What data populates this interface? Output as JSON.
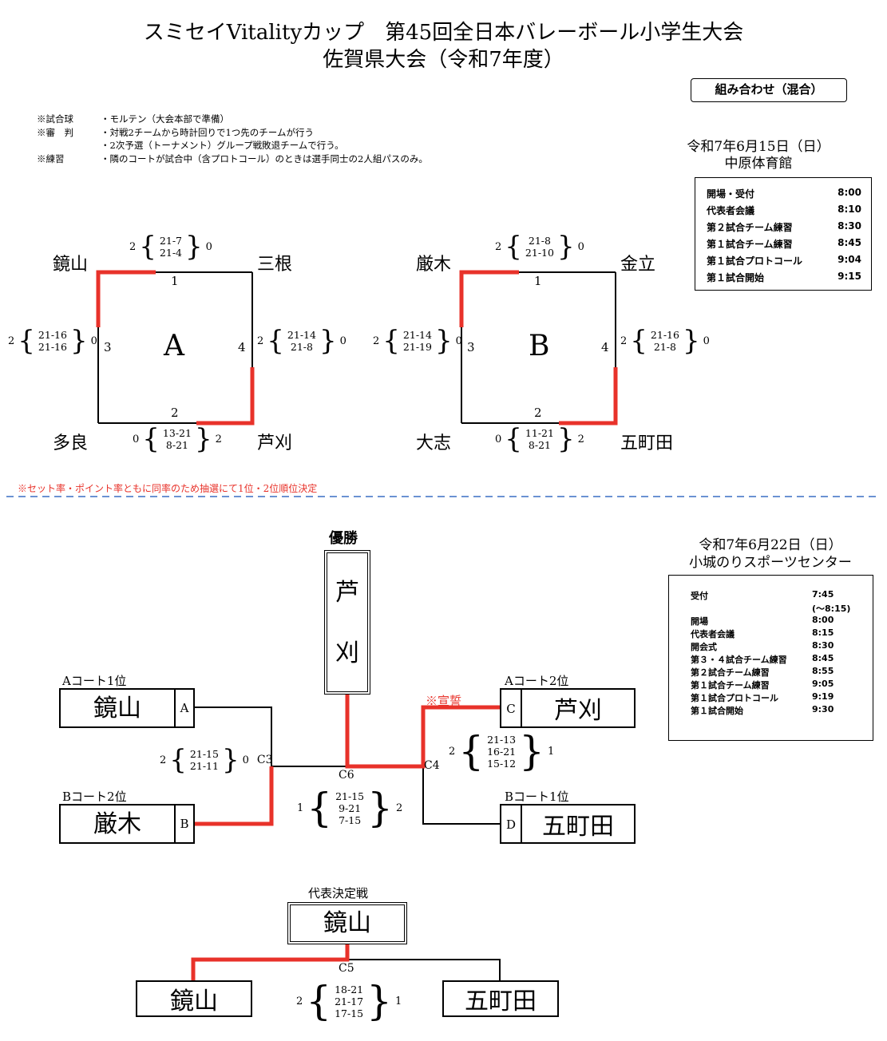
{
  "header": {
    "title_line1": "スミセイVitalityカップ　第45回全日本バレーボール小学生大会",
    "title_line2": "佐賀県大会（令和7年度）",
    "category_badge": "組み合わせ（混合）"
  },
  "notes": [
    {
      "label": "※試合球",
      "text": "・モルテン（大会本部で準備）"
    },
    {
      "label": "※審　判",
      "text": "・対戦2チームから時計回りで1つ先のチームが行う"
    },
    {
      "label": "",
      "text": "・2次予選（トーナメント）グループ戦敗退チームで行う。"
    },
    {
      "label": "※練習",
      "text": "・隣のコートが試合中（含プロトコール）のときは選手同士の2人組パスのみ。"
    }
  ],
  "day1": {
    "date": "令和7年6月15日（日）",
    "venue": "中原体育館",
    "schedule": [
      {
        "item": "開場・受付",
        "time": "8:00"
      },
      {
        "item": "代表者会議",
        "time": "8:10"
      },
      {
        "item": "第２試合チーム練習",
        "time": "8:30"
      },
      {
        "item": "第１試合チーム練習",
        "time": "8:45"
      },
      {
        "item": "第１試合プロトコール",
        "time": "9:04"
      },
      {
        "item": "第１試合開始",
        "time": "9:15"
      }
    ]
  },
  "groupA": {
    "name": "A",
    "teams": {
      "tl": "鏡山",
      "tr": "三根",
      "bl": "多良",
      "br": "芦刈"
    },
    "side_numbers": {
      "top": "1",
      "bottom": "2",
      "left": "3",
      "right": "4"
    },
    "matches": {
      "top": {
        "left_sets": "2",
        "scores": [
          "21-7",
          "21-4"
        ],
        "right_sets": "0"
      },
      "left": {
        "left_sets": "2",
        "scores": [
          "21-16",
          "21-16"
        ],
        "right_sets": "0"
      },
      "right": {
        "left_sets": "2",
        "scores": [
          "21-14",
          "21-8"
        ],
        "right_sets": "0"
      },
      "bottom": {
        "left_sets": "0",
        "scores": [
          "13-21",
          "8-21"
        ],
        "right_sets": "2"
      }
    }
  },
  "groupB": {
    "name": "B",
    "teams": {
      "tl": "厳木",
      "tr": "金立",
      "bl": "大志",
      "br": "五町田"
    },
    "side_numbers": {
      "top": "1",
      "bottom": "2",
      "left": "3",
      "right": "4"
    },
    "matches": {
      "top": {
        "left_sets": "2",
        "scores": [
          "21-8",
          "21-10"
        ],
        "right_sets": "0"
      },
      "left": {
        "left_sets": "2",
        "scores": [
          "21-14",
          "21-19"
        ],
        "right_sets": "0"
      },
      "right": {
        "left_sets": "2",
        "scores": [
          "21-16",
          "21-8"
        ],
        "right_sets": "0"
      },
      "bottom": {
        "left_sets": "0",
        "scores": [
          "11-21",
          "8-21"
        ],
        "right_sets": "2"
      }
    }
  },
  "group_note": "※セット率・ポイント率ともに同率のため抽選にて1位・2位順位決定",
  "day2": {
    "date": "令和7年6月22日（日）",
    "venue": "小城のりスポーツセンター",
    "schedule": [
      {
        "item": "受付",
        "time": "7:45"
      },
      {
        "item": "",
        "time": "(〜8:15)"
      },
      {
        "item": "開場",
        "time": "8:00"
      },
      {
        "item": "代表者会議",
        "time": "8:15"
      },
      {
        "item": "開会式",
        "time": "8:30"
      },
      {
        "item": "第３・４試合チーム練習",
        "time": "8:45"
      },
      {
        "item": "第２試合チーム練習",
        "time": "8:55"
      },
      {
        "item": "第１試合チーム練習",
        "time": "9:05"
      },
      {
        "item": "第１試合プロトコール",
        "time": "9:19"
      },
      {
        "item": "第１試合開始",
        "time": "9:30"
      }
    ]
  },
  "final": {
    "champion_label": "優勝",
    "champion_char1": "芦",
    "champion_char2": "刈",
    "oath_note": "※宣誓",
    "slots": [
      {
        "seed": "Aコート1位",
        "letter": "A",
        "team": "鏡山"
      },
      {
        "seed": "Bコート2位",
        "letter": "B",
        "team": "厳木"
      },
      {
        "seed": "Aコート2位",
        "letter": "C",
        "team": "芦刈"
      },
      {
        "seed": "Bコート1位",
        "letter": "D",
        "team": "五町田"
      }
    ],
    "c3": {
      "code": "C3",
      "left_sets": "2",
      "scores": [
        "21-15",
        "21-11"
      ],
      "right_sets": "0"
    },
    "c4": {
      "code": "C4",
      "left_sets": "2",
      "scores": [
        "21-13",
        "16-21",
        "15-12"
      ],
      "right_sets": "1"
    },
    "c6": {
      "code": "C6",
      "left_sets": "1",
      "scores": [
        "21-15",
        "9-21",
        "7-15"
      ],
      "right_sets": "2"
    }
  },
  "rep": {
    "label": "代表決定戦",
    "winner": "鏡山",
    "code": "C5",
    "left_team": "鏡山",
    "right_team": "五町田",
    "left_sets": "2",
    "scores": [
      "18-21",
      "21-17",
      "17-15"
    ],
    "right_sets": "1"
  },
  "colors": {
    "winner_line": "#e8322a",
    "note_red": "#e8322a",
    "divider": "#3a6fc4"
  }
}
